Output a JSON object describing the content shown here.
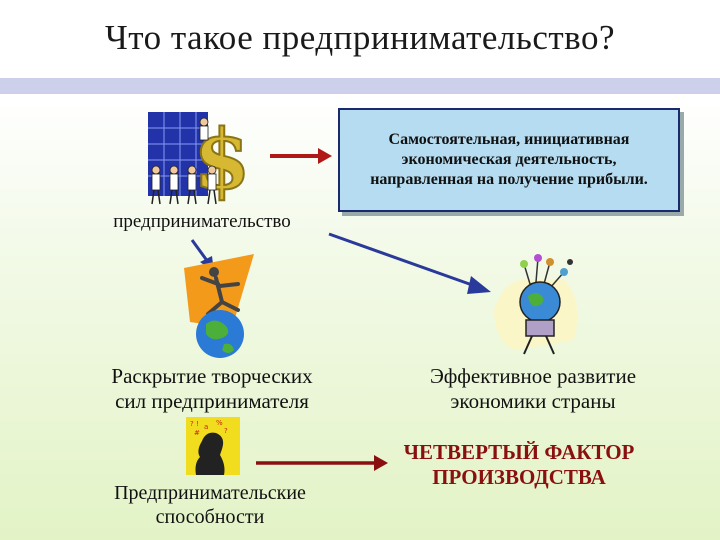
{
  "slide": {
    "title": "Что такое предпринимательство?",
    "definition": "Самостоятельная, инициативная экономическая деятельность, направленная на получение прибыли.",
    "term_label": "предпринимательство",
    "creative_label_line1": "Раскрытие творческих",
    "creative_label_line2": "сил предпринимателя",
    "economy_label_line1": "Эффективное развитие",
    "economy_label_line2": "экономики страны",
    "abilities_label_line1": "Предпринимательские",
    "abilities_label_line2": "способности",
    "factor_label_line1": "ЧЕТВЕРТЫЙ ФАКТОР",
    "factor_label_line2": "ПРОИЗВОДСТВА"
  },
  "colors": {
    "title_bar": "#cdd0ea",
    "definition_box": "#b5dcf0",
    "red_arrow": "#b01818",
    "blue_arrow": "#2a3a9a",
    "factor_text": "#8a1010"
  },
  "icons": [
    "dollar-business-people-clipart",
    "running-man-globe-clipart",
    "globe-plant-clipart",
    "thinking-head-clipart"
  ]
}
